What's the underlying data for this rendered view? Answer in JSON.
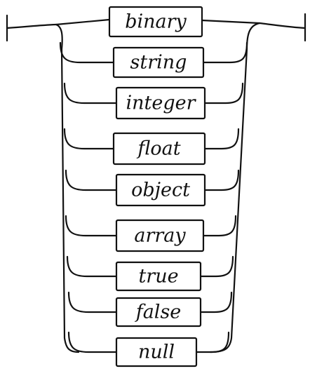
{
  "diagram": {
    "kind": "railroad-choice",
    "style": "hand-drawn",
    "ink_color": "#111111",
    "options": [
      "binary",
      "string",
      "integer",
      "float",
      "object",
      "array",
      "true",
      "false",
      "null"
    ]
  }
}
